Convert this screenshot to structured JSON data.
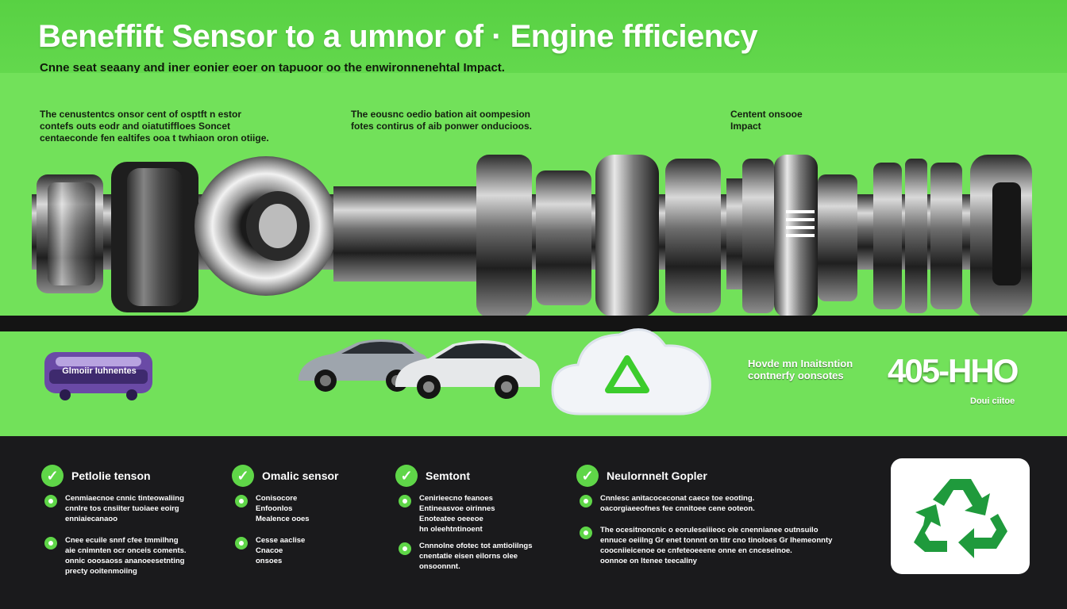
{
  "header": {
    "title": "Beneffift Sensor to a umnor of · Engine ffficiency",
    "subtitle": "Cnne seat seaany and iner eonier eoer on tapuoor oo the enwironnenehtal Impact."
  },
  "callouts": [
    {
      "lines": [
        "The cenustentcs onsor cent of osptft n estor",
        "contefs outs eodr and oiatutiffloes Soncet",
        "centaeconde fen ealtifes ooa t twhiaon oron otiige."
      ]
    },
    {
      "lines": [
        "The eousnc oedio bation ait oompesion",
        "fotes contirus of aib ponwer onducioos."
      ]
    },
    {
      "lines": [
        "Centent onsooe",
        "Impact"
      ]
    }
  ],
  "middle": {
    "bus_label": "Glmoiir Iuhnentes",
    "right_text": [
      "Hovde mn Inaitsntion",
      "contnerfy oonsotes"
    ],
    "big_number": "405-HHO",
    "big_number_caption": "Doui ciitoe"
  },
  "features": [
    {
      "title": "Petlolie tenson",
      "bullets": [
        [
          "Cenmiaecnoe cnnic tinteowaliing",
          "cnnlre tos cnsiiter tuoiaee eoirg",
          "enniaiecanaoo"
        ],
        [
          "Cnee ecuile snnf cfee tmmilhng",
          "aie cnimnten ocr onceis coments.",
          "onnic ooosaoss ananoeesetnting",
          "precty ooitenmoiing"
        ]
      ]
    },
    {
      "title": "Omalic sensor",
      "bullets": [
        [
          "Conisocore",
          "Enfoonlos",
          "Mealence ooes"
        ],
        [
          "Cesse aaclise",
          "Cnacoe",
          "onsoes"
        ]
      ]
    },
    {
      "title": "Semtont",
      "bullets": [
        [
          "Cenirieecno feanoes",
          "Entineasvoe oirinnes",
          "Enoteatee oeeeoe",
          "hn oleehtntinoent"
        ],
        [
          "Cnnnolne ofotec tot amtiolilngs",
          "cnentatie eisen eilorns olee",
          "onsoonnnt."
        ]
      ]
    },
    {
      "title": "Neulornnelt Gopler",
      "bullets": [
        [
          "Cnnlesc anitacoceconat caece toe eooting.",
          "oacorgiaeeofnes fee cnnitoee cene ooteon."
        ],
        [
          "The ocesitnoncnic o eoruleseiiieoc oie cnennianee outnsuilo",
          "ennuce oeiilng Gr enet tonnnt on titr cno tinoloes Gr Ihemeonnty",
          "coocniieicenoe oe cnfeteoeeene onne en cnceseinoe.",
          "oonnoe on ltenee teecaliny"
        ]
      ]
    }
  ],
  "colors": {
    "green": "#72e15a",
    "dark": "#1a1a1c",
    "check": "#5fd648",
    "recycle": "#1f9a3c"
  },
  "icons": [
    "check-icon",
    "recycle-icon",
    "cloud-icon",
    "triangle-icon",
    "car-icon",
    "bus-icon"
  ]
}
